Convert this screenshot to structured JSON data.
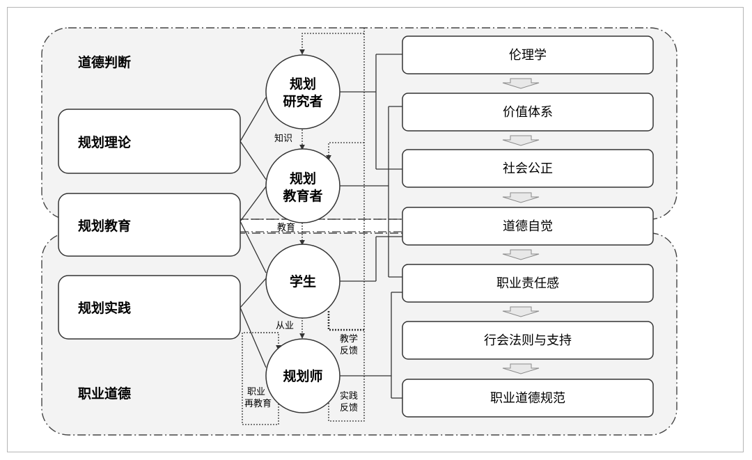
{
  "regions": {
    "moral_judgment": "道德判断",
    "professional_ethics": "职业道德"
  },
  "left_boxes": {
    "theory": "规划理论",
    "education": "规划教育",
    "practice": "规划实践"
  },
  "circles": {
    "researcher": [
      "规划",
      "研究者"
    ],
    "educator": [
      "规划",
      "教育者"
    ],
    "student": "学生",
    "planner": "规划师"
  },
  "edge_labels": {
    "knowledge": "知识",
    "education": "教育",
    "employment": "从业",
    "teaching_feedback": [
      "教学",
      "反馈"
    ],
    "practice_feedback": [
      "实践",
      "反馈"
    ],
    "re_education": [
      "职业",
      "再教育"
    ]
  },
  "right_boxes": [
    "伦理学",
    "价值体系",
    "社会公正",
    "道德自觉",
    "职业责任感",
    "行会法则与支持",
    "职业道德规范"
  ]
}
